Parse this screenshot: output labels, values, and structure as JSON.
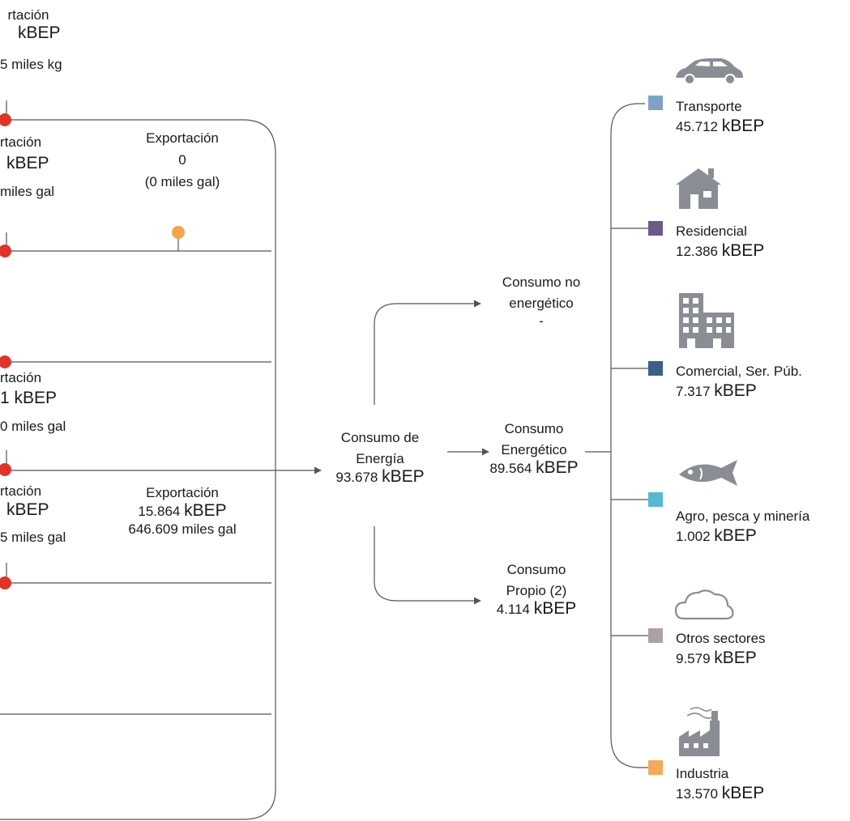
{
  "left_panel": {
    "top_export": {
      "label": "rtación",
      "value": "kBEP",
      "sub": "5 miles kg"
    },
    "row1_left": {
      "label": "rtación",
      "value": "kBEP",
      "sub": "miles gal"
    },
    "row1_right": {
      "label": "Exportación",
      "value": "0",
      "sub": "(0 miles gal)"
    },
    "row3_left": {
      "label": "rtación",
      "value": "1 kBEP",
      "sub": "0 miles gal"
    },
    "row4_left": {
      "label": "rtación",
      "value": "kBEP",
      "sub": "5 miles gal"
    },
    "row4_right": {
      "label": "Exportación",
      "value_num": "15.864",
      "value_unit": "kBEP",
      "sub": "646.609 miles gal"
    }
  },
  "center": {
    "consumo_energia": {
      "line1": "Consumo de",
      "line2": "Energía",
      "value_num": "93.678",
      "value_unit": "kBEP"
    },
    "no_energetico": {
      "line1": "Consumo no",
      "line2": "energético",
      "value": "-"
    },
    "energetico": {
      "line1": "Consumo",
      "line2": "Energético",
      "value_num": "89.564",
      "value_unit": "kBEP"
    },
    "propio": {
      "line1": "Consumo",
      "line2": "Propio (2)",
      "value_num": "4.114",
      "value_unit": "kBEP"
    }
  },
  "sectors": [
    {
      "name": "Transporte",
      "value_num": "45.712",
      "unit": "kBEP",
      "color": "#7fa3c6",
      "icon": "car-icon"
    },
    {
      "name": "Residencial",
      "value_num": "12.386",
      "unit": "kBEP",
      "color": "#6a5a85",
      "icon": "house-icon"
    },
    {
      "name": "Comercial, Ser. Púb.",
      "value_num": "7.317",
      "unit": "kBEP",
      "color": "#3b5f86",
      "icon": "building-icon"
    },
    {
      "name": "Agro, pesca y minería",
      "value_num": "1.002",
      "unit": "kBEP",
      "color": "#56b8d3",
      "icon": "fish-icon"
    },
    {
      "name": "Otros sectores",
      "value_num": "9.579",
      "unit": "kBEP",
      "color": "#aba2a4",
      "icon": "cloud-icon"
    },
    {
      "name": "Industria",
      "value_num": "13.570",
      "unit": "kBEP",
      "color": "#f5a95a",
      "icon": "factory-icon"
    }
  ],
  "colors": {
    "line": "#555555",
    "dot_red": "#e0332a",
    "dot_orange": "#f4a449",
    "icon_gray": "#8a8d93"
  }
}
